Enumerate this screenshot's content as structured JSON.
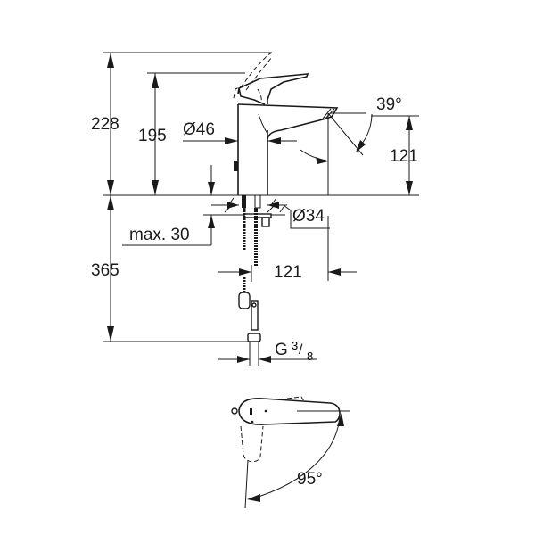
{
  "drawing": {
    "subject": "single-lever basin mixer dimension drawing",
    "side_view": {
      "dimensions": {
        "total_height": "228",
        "spout_height": "195",
        "body_diameter": "Ø46",
        "spout_angle": "39°",
        "spout_outlet_height": "121",
        "hole_diameter": "Ø34",
        "max_deck_thickness": "max. 30",
        "hose_length": "365",
        "spout_reach": "121",
        "connection_prefix": "G",
        "connection_num": "3",
        "connection_den": "8"
      }
    },
    "top_view": {
      "dimensions": {
        "lever_rotation": "95°"
      }
    },
    "colors": {
      "line": "#1a1a1a",
      "background": "#ffffff"
    }
  }
}
